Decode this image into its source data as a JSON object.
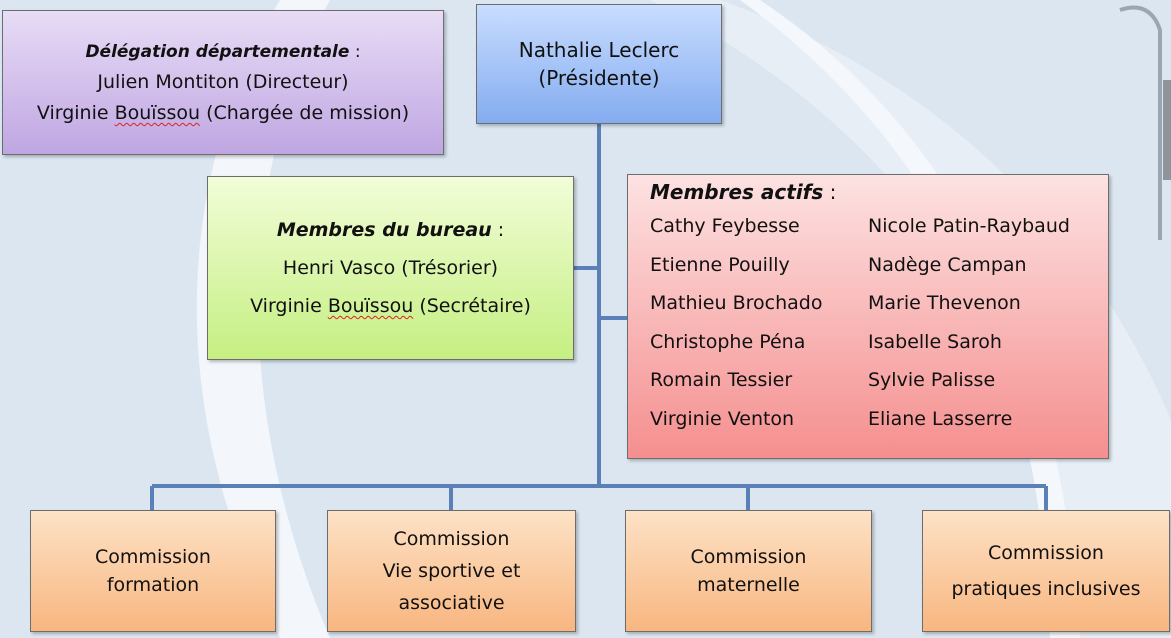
{
  "president": {
    "name": "Nathalie Leclerc",
    "role": "(Présidente)"
  },
  "delegation": {
    "title": "Délégation départementale",
    "sep": " :",
    "line1": "Julien Montiton (Directeur)",
    "line2_name": "Virginie ",
    "line2_surname": "Bouïssou",
    "line2_role": " (Chargée de mission)"
  },
  "bureau": {
    "title": "Membres du bureau",
    "sep": " :",
    "line1": "Henri Vasco (Trésorier)",
    "line2_name": "Virginie ",
    "line2_surname": "Bouïssou",
    "line2_role": " (Secrétaire)"
  },
  "actifs": {
    "title": "Membres actifs",
    "sep": " :",
    "members": [
      "Cathy Feybesse",
      "Nicole Patin-Raybaud",
      "Etienne Pouilly",
      "Nadège Campan",
      "Mathieu Brochado",
      "Marie Thevenon",
      "Christophe Péna",
      "Isabelle Saroh",
      "Romain Tessier",
      "Sylvie Palisse",
      "Virginie Venton",
      "Eliane Lasserre"
    ]
  },
  "commissions": [
    {
      "line1": "Commission",
      "line2": "formation",
      "line3": ""
    },
    {
      "line1": "Commission",
      "line2": "Vie sportive et",
      "line3": "associative"
    },
    {
      "line1": "Commission",
      "line2": "maternelle",
      "line3": ""
    },
    {
      "line1": "Commission",
      "line2": "pratiques inclusives",
      "line3": ""
    }
  ],
  "colors": {
    "connector": "#5b80b8",
    "background": "#dde7f0"
  }
}
